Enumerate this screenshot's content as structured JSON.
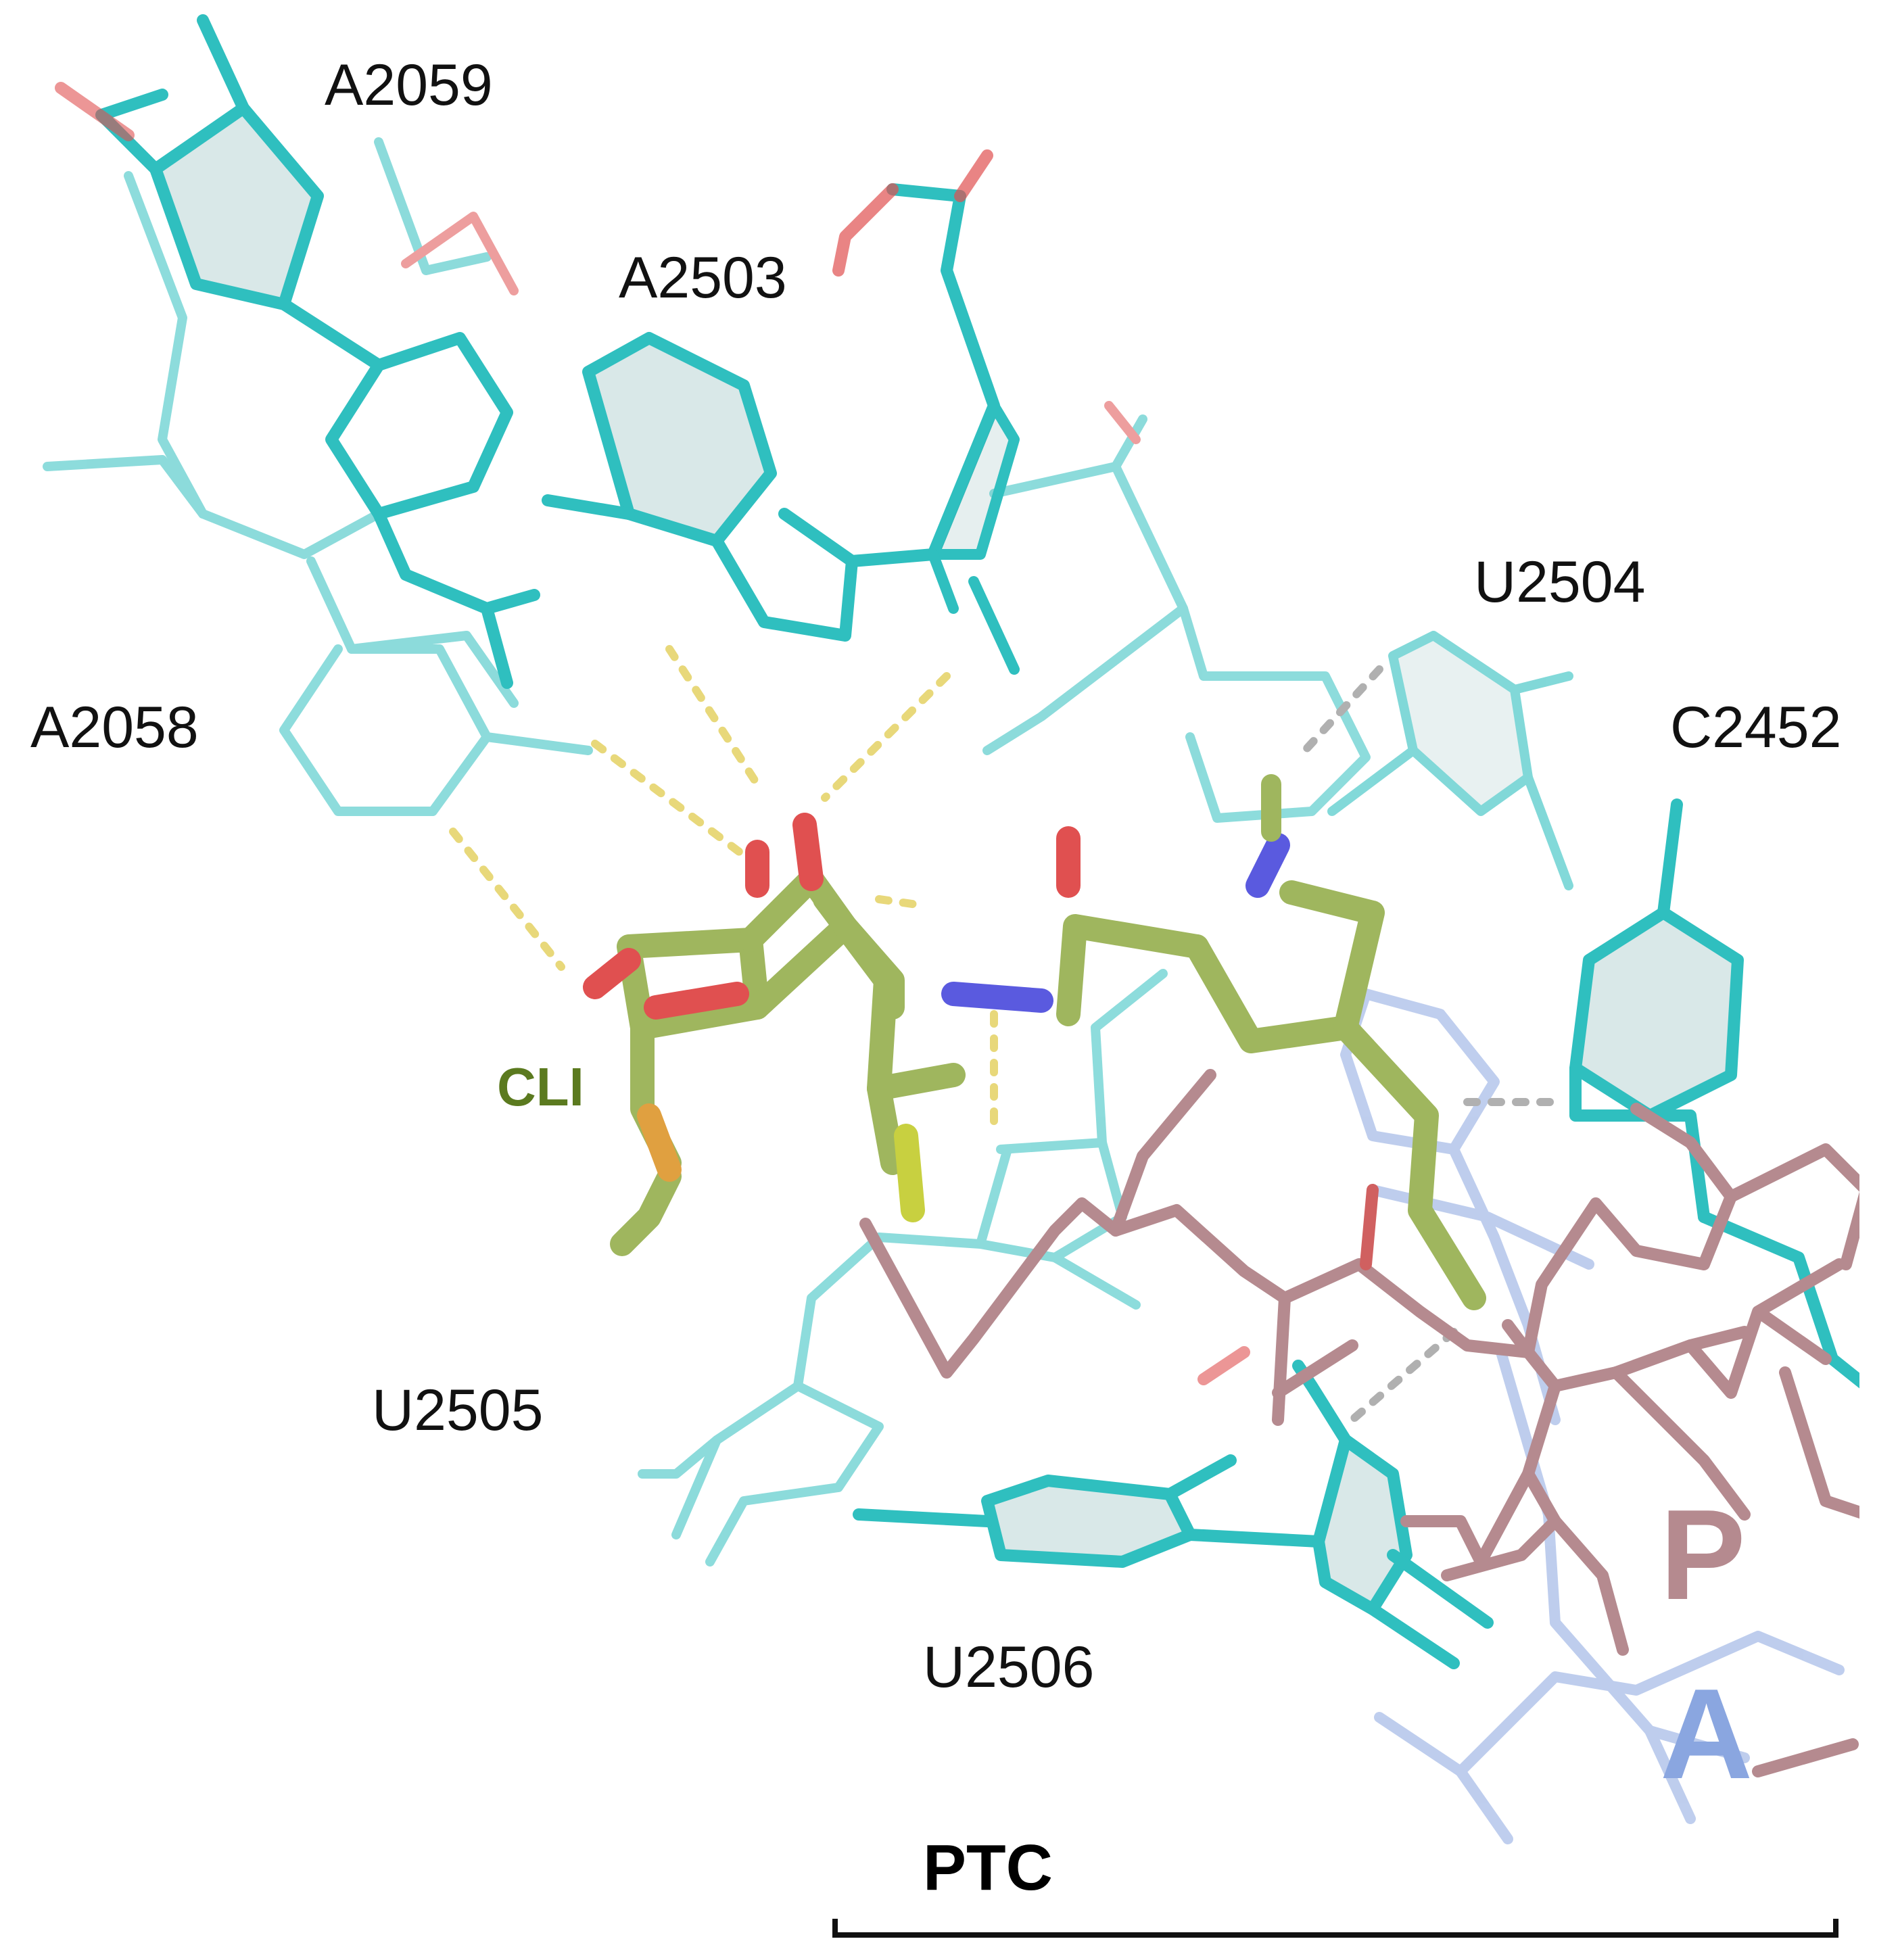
{
  "figure": {
    "residues": {
      "a2059": "A2059",
      "a2503": "A2503",
      "u2504": "U2504",
      "a2058": "A2058",
      "c2452": "C2452",
      "u2505": "U2505",
      "u2506": "U2506"
    },
    "ligand_label": "CLI",
    "p_site_label": "P",
    "a_site_label": "A",
    "region_label": "PTC"
  },
  "colors": {
    "rna": "#2fbfbf",
    "ligand": "#9fb65e",
    "ligand_label": "#5b7a1f",
    "p_site": "#b58a8f",
    "a_site": "#8aa6e0",
    "oxygen": "#e05050",
    "nitrogen": "#5a5adf",
    "sulfur": "#e0a040",
    "chlorine": "#c8d040",
    "hbond": "#e8d87a"
  }
}
